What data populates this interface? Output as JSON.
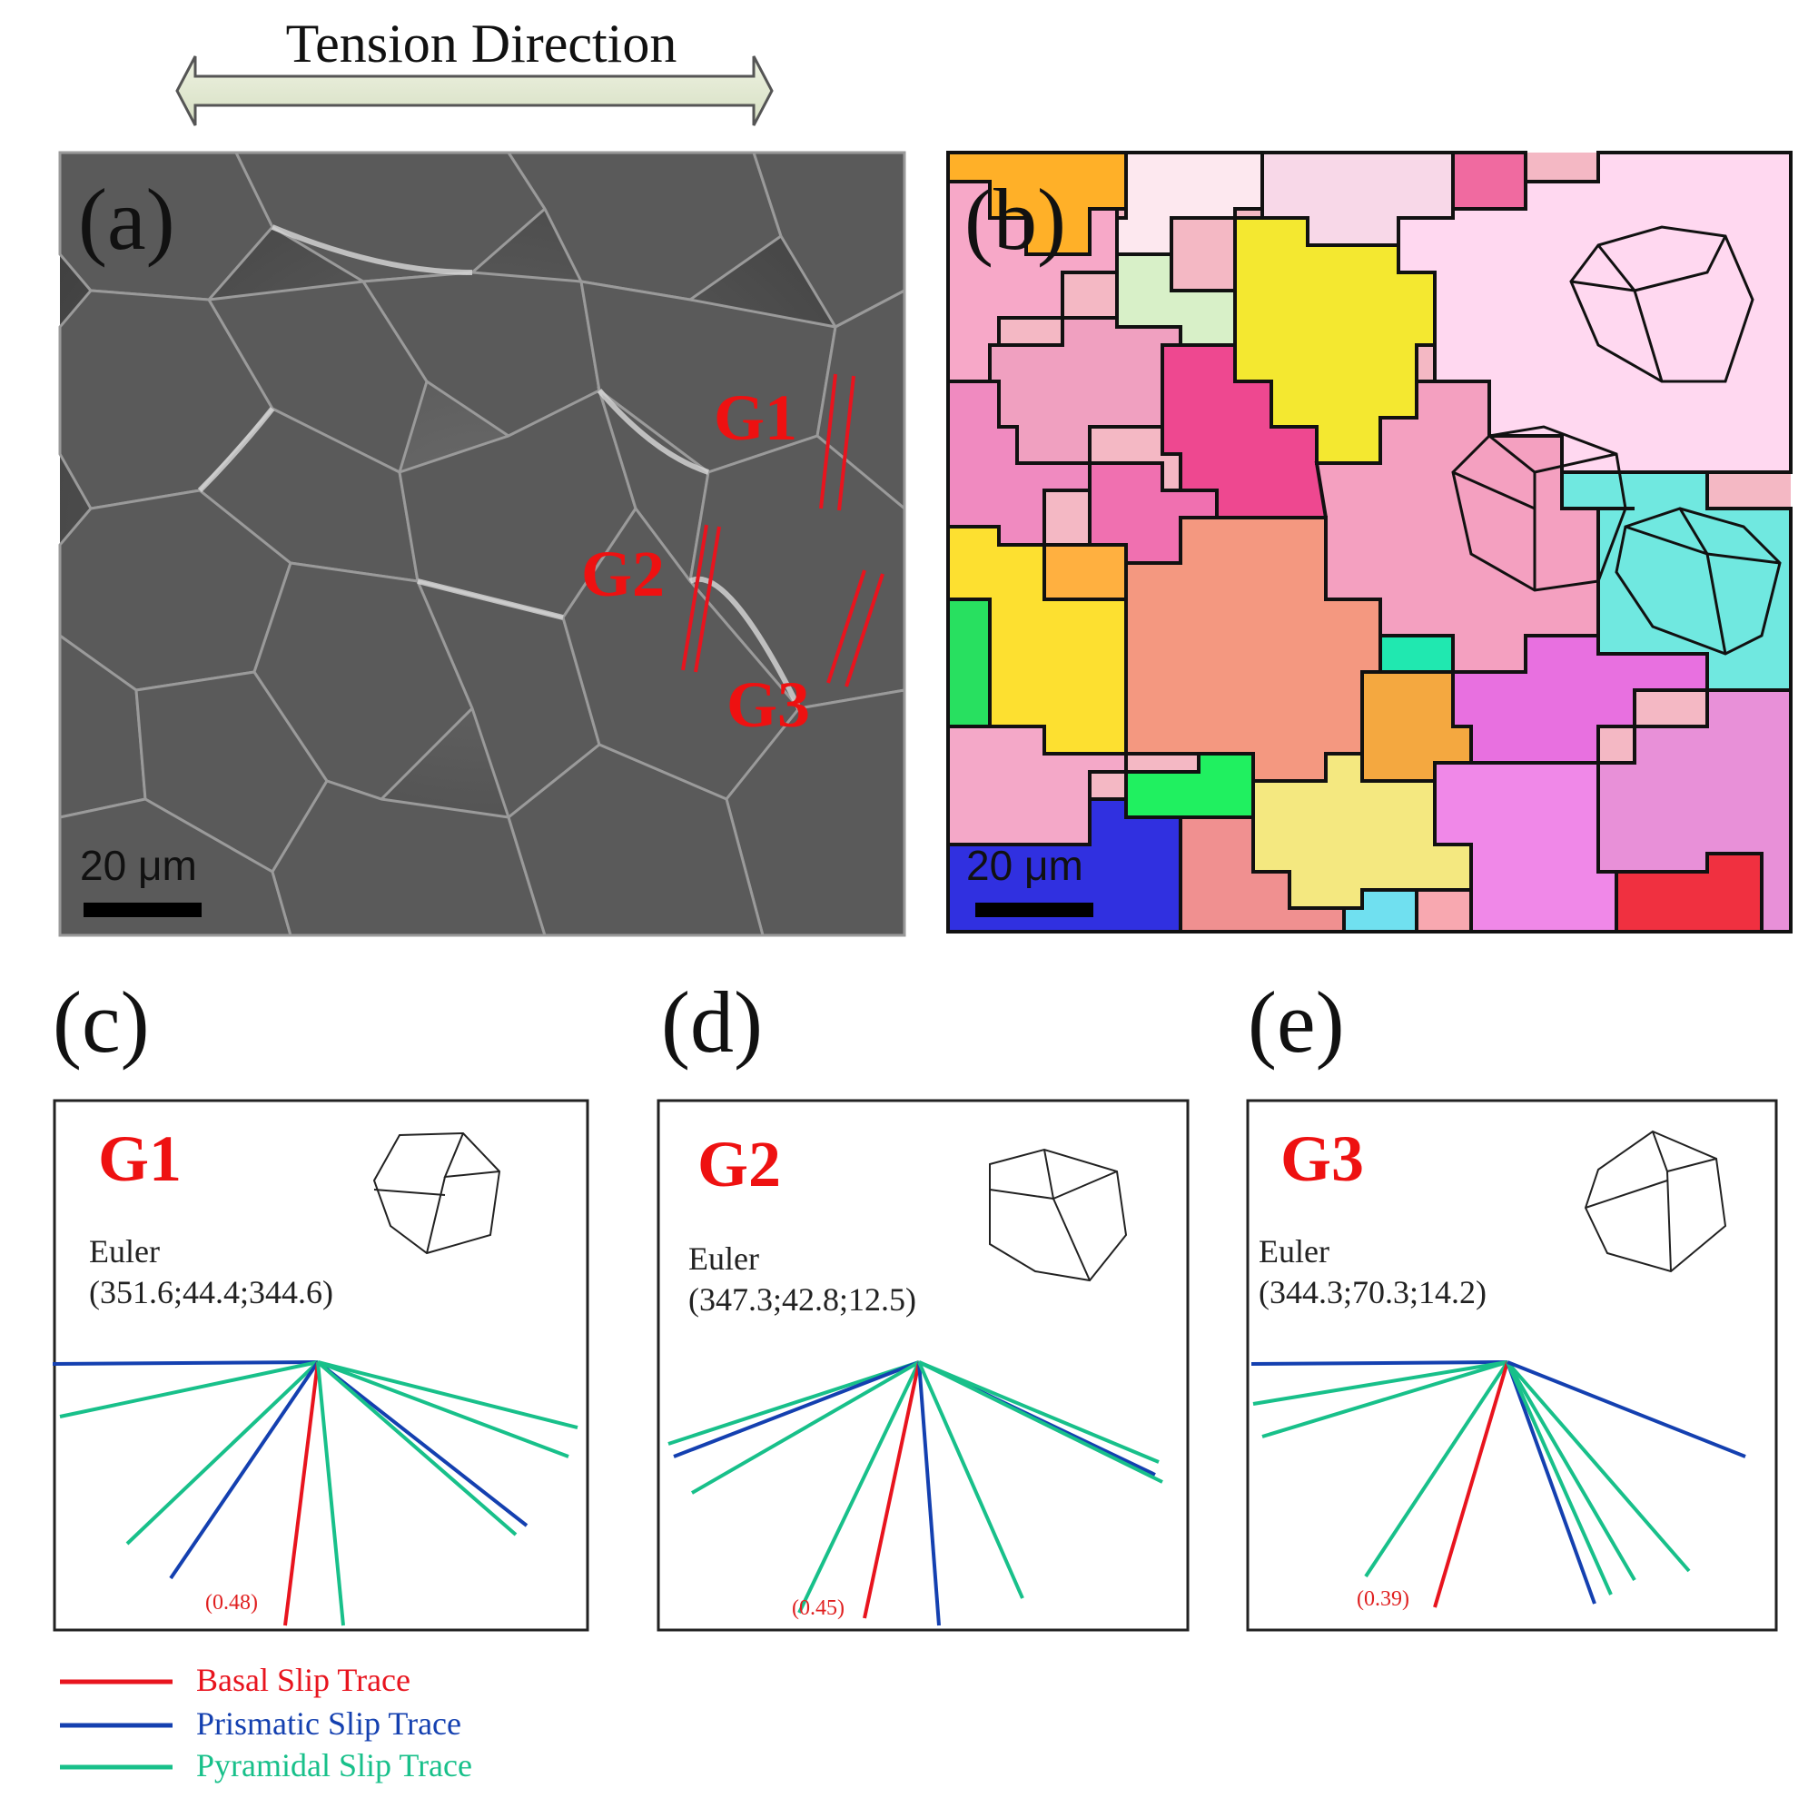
{
  "header": {
    "tension_label": "Tension Direction"
  },
  "panels": {
    "a": {
      "letter": "(a)",
      "scale": "20 μm"
    },
    "b": {
      "letter": "(b)",
      "scale": "20 μm"
    },
    "c": {
      "letter": "(c)"
    },
    "d": {
      "letter": "(d)"
    },
    "e": {
      "letter": "(e)"
    }
  },
  "sem_grain_labels": [
    "G1",
    "G2",
    "G3"
  ],
  "grains": [
    {
      "id": "G1",
      "euler_label": "Euler",
      "euler": "(351.6;44.4;344.6)",
      "schmid": "(0.48)"
    },
    {
      "id": "G2",
      "euler_label": "Euler",
      "euler": "(347.3;42.8;12.5)",
      "schmid": "(0.45)"
    },
    {
      "id": "G3",
      "euler_label": "Euler",
      "euler": "(344.3;70.3;14.2)",
      "schmid": "(0.39)"
    }
  ],
  "legend": [
    {
      "label": "Basal Slip Trace",
      "color": "#e8141e"
    },
    {
      "label": "Prismatic Slip Trace",
      "color": "#1440b0"
    },
    {
      "label": "Pyramidal Slip Trace",
      "color": "#18c08a"
    }
  ],
  "colors": {
    "basal": "#e8141e",
    "prismatic": "#1440b0",
    "pyramidal": "#18c08a",
    "label_red": "#ee1111"
  }
}
